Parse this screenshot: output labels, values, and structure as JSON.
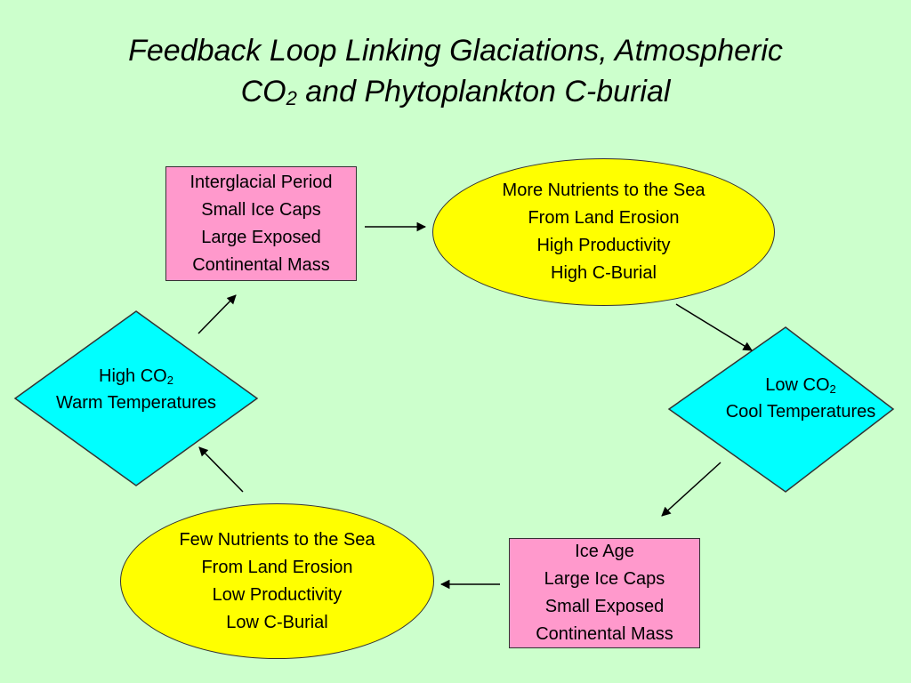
{
  "colors": {
    "background": "#ccffcc",
    "rect_fill": "#ff99cc",
    "ellipse_fill": "#ffff00",
    "diamond_fill": "#00ffff",
    "outline": "#333333"
  },
  "title": {
    "line1": "Feedback Loop Linking Glaciations, Atmospheric",
    "line2_pre": "CO",
    "line2_sub": "2",
    "line2_post": " and Phytoplankton C-burial"
  },
  "nodes": {
    "interglacial": {
      "lines": [
        "Interglacial Period",
        "Small Ice Caps",
        "Large Exposed",
        "Continental Mass"
      ]
    },
    "more_nutrients": {
      "lines": [
        "More Nutrients to the Sea",
        "From Land Erosion",
        "High Productivity",
        "High C-Burial"
      ]
    },
    "low_co2": {
      "line1_pre": "Low CO",
      "line1_sub": "2",
      "line2": "Cool Temperatures"
    },
    "ice_age": {
      "lines": [
        "Ice Age",
        "Large Ice Caps",
        "Small Exposed",
        "Continental Mass"
      ]
    },
    "few_nutrients": {
      "lines": [
        "Few Nutrients to the Sea",
        "From Land Erosion",
        "Low Productivity",
        "Low C-Burial"
      ]
    },
    "high_co2": {
      "line1_pre": "High CO",
      "line1_sub": "2",
      "line2": "Warm Temperatures"
    }
  }
}
